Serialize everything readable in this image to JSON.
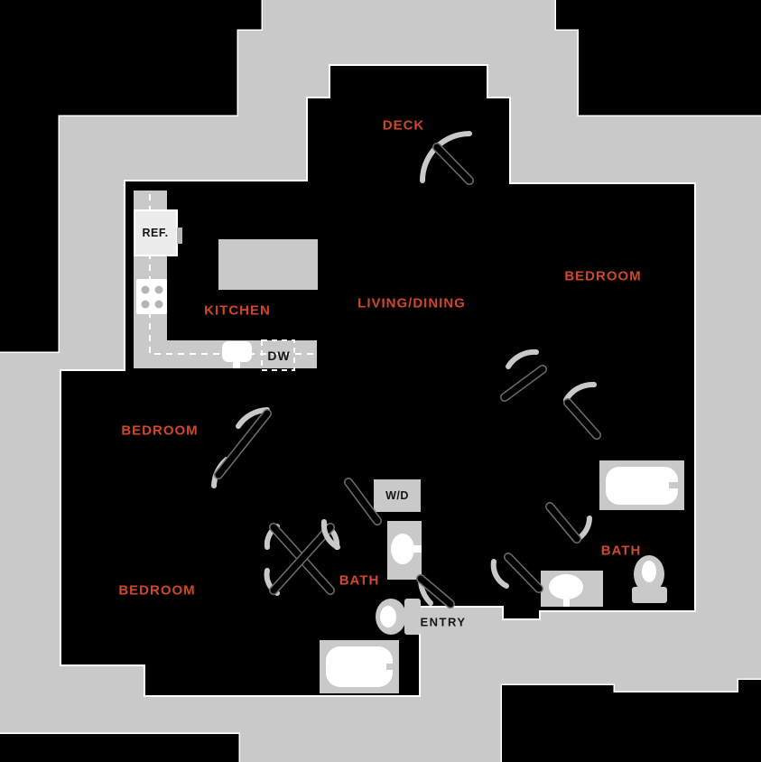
{
  "plan": {
    "colors": {
      "background": "#000000",
      "unit_fill": "#000000",
      "surface_gray": "#c9c9c9",
      "fixture_white": "#ffffff",
      "room_label_red": "#d0472a",
      "annotation_black": "#151515"
    },
    "rooms": {
      "deck": "DECK",
      "living_dining": "LIVING/DINING",
      "kitchen": "KITCHEN",
      "bedroom_right": "BEDROOM",
      "bedroom_left_upper": "BEDROOM",
      "bedroom_left_lower": "BEDROOM",
      "bath_right": "BATH",
      "bath_left": "BATH"
    },
    "annotations": {
      "refrigerator": "REF.",
      "dishwasher": "DW",
      "washer_dryer": "W/D",
      "entry": "ENTRY"
    }
  }
}
